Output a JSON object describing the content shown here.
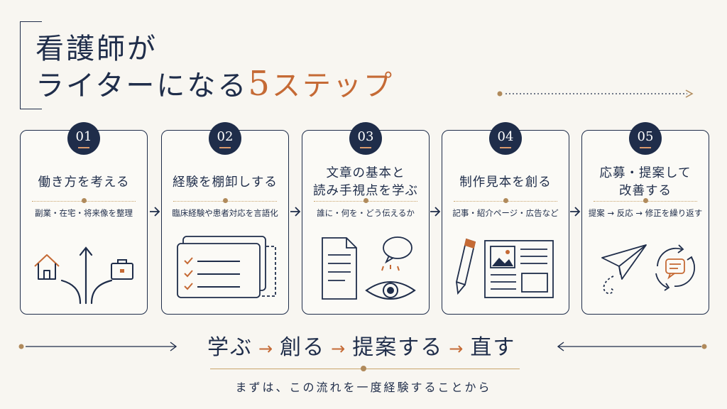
{
  "title": {
    "line1": "看護師が",
    "line2_prefix": "ライターになる",
    "line2_number": "5",
    "line2_suffix": "ステップ"
  },
  "steps": [
    {
      "number": "01",
      "title": "働き方を考える",
      "subtitle": "副業・在宅・将来像を整理",
      "icons": [
        "house-icon",
        "branching-arrows-icon",
        "briefcase-icon"
      ]
    },
    {
      "number": "02",
      "title": "経験を棚卸しする",
      "subtitle": "臨床経験や患者対応を言語化",
      "icons": [
        "checklist-cards-icon"
      ]
    },
    {
      "number": "03",
      "title": "文章の基本と\n読み手視点を学ぶ",
      "subtitle": "誰に・何を・どう伝えるか",
      "icons": [
        "document-icon",
        "speech-bubble-icon",
        "eye-icon"
      ]
    },
    {
      "number": "04",
      "title": "制作見本を創る",
      "subtitle": "記事・紹介ページ・広告など",
      "icons": [
        "pen-icon",
        "article-layout-icon"
      ]
    },
    {
      "number": "05",
      "title": "応募・提案して\n改善する",
      "subtitle": "提案 → 反応 → 修正を繰り返す",
      "icons": [
        "paper-plane-icon",
        "cycle-chat-icon"
      ]
    }
  ],
  "flow": {
    "items": [
      "学ぶ",
      "創る",
      "提案する",
      "直す"
    ],
    "arrow": "→"
  },
  "footer": "まずは、この流れを一度経験することから",
  "colors": {
    "navy": "#1f2d4a",
    "accent": "#c56a35",
    "gold": "#b08a5b",
    "background": "#f8f6f1"
  }
}
